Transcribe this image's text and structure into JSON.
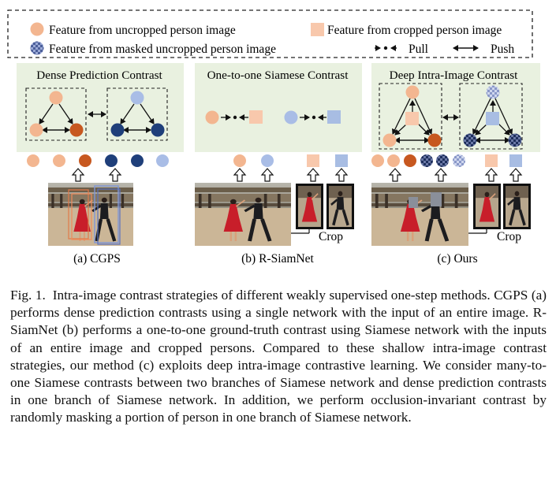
{
  "legend": {
    "uncropped": "Feature from uncropped person image",
    "cropped": "Feature from cropped person image",
    "masked": "Feature from masked uncropped person image",
    "pull": "Pull",
    "push": "Push"
  },
  "panels": [
    {
      "title": "Dense Prediction Contrast",
      "sublabel": "(a) CGPS"
    },
    {
      "title": "One-to-one Siamese Contrast",
      "sublabel": "(b) R-SiamNet"
    },
    {
      "title": "Deep Intra-Image Contrast",
      "sublabel": "(c) Ours"
    }
  ],
  "crop_label": "Crop",
  "colors": {
    "light_orange": "#f3b690",
    "dark_orange": "#c7581f",
    "light_blue": "#a9bde6",
    "dark_blue": "#1f3f7a",
    "crop_orange": "#f8c8ac",
    "crop_blue": "#a8bde3",
    "panel_green": "#e9f1e0"
  },
  "caption": {
    "label": "Fig. 1.",
    "text": "Intra-image contrast strategies of different weakly supervised one-step methods. CGPS (a) performs dense prediction contrasts using a single network with the input of an entire image. R-SiamNet (b) performs a one-to-one ground-truth contrast using Siamese network with the inputs of an entire image and cropped persons. Compared to these shallow intra-image contrast strategies, our method (c) exploits deep intra-image contrastive learning. We consider many-to-one Siamese contrasts between two branches of Siamese network and dense prediction contrasts in one branch of Siamese network. In addition, we perform occlusion-invariant contrast by randomly masking a portion of person in one branch of Siamese network."
  }
}
